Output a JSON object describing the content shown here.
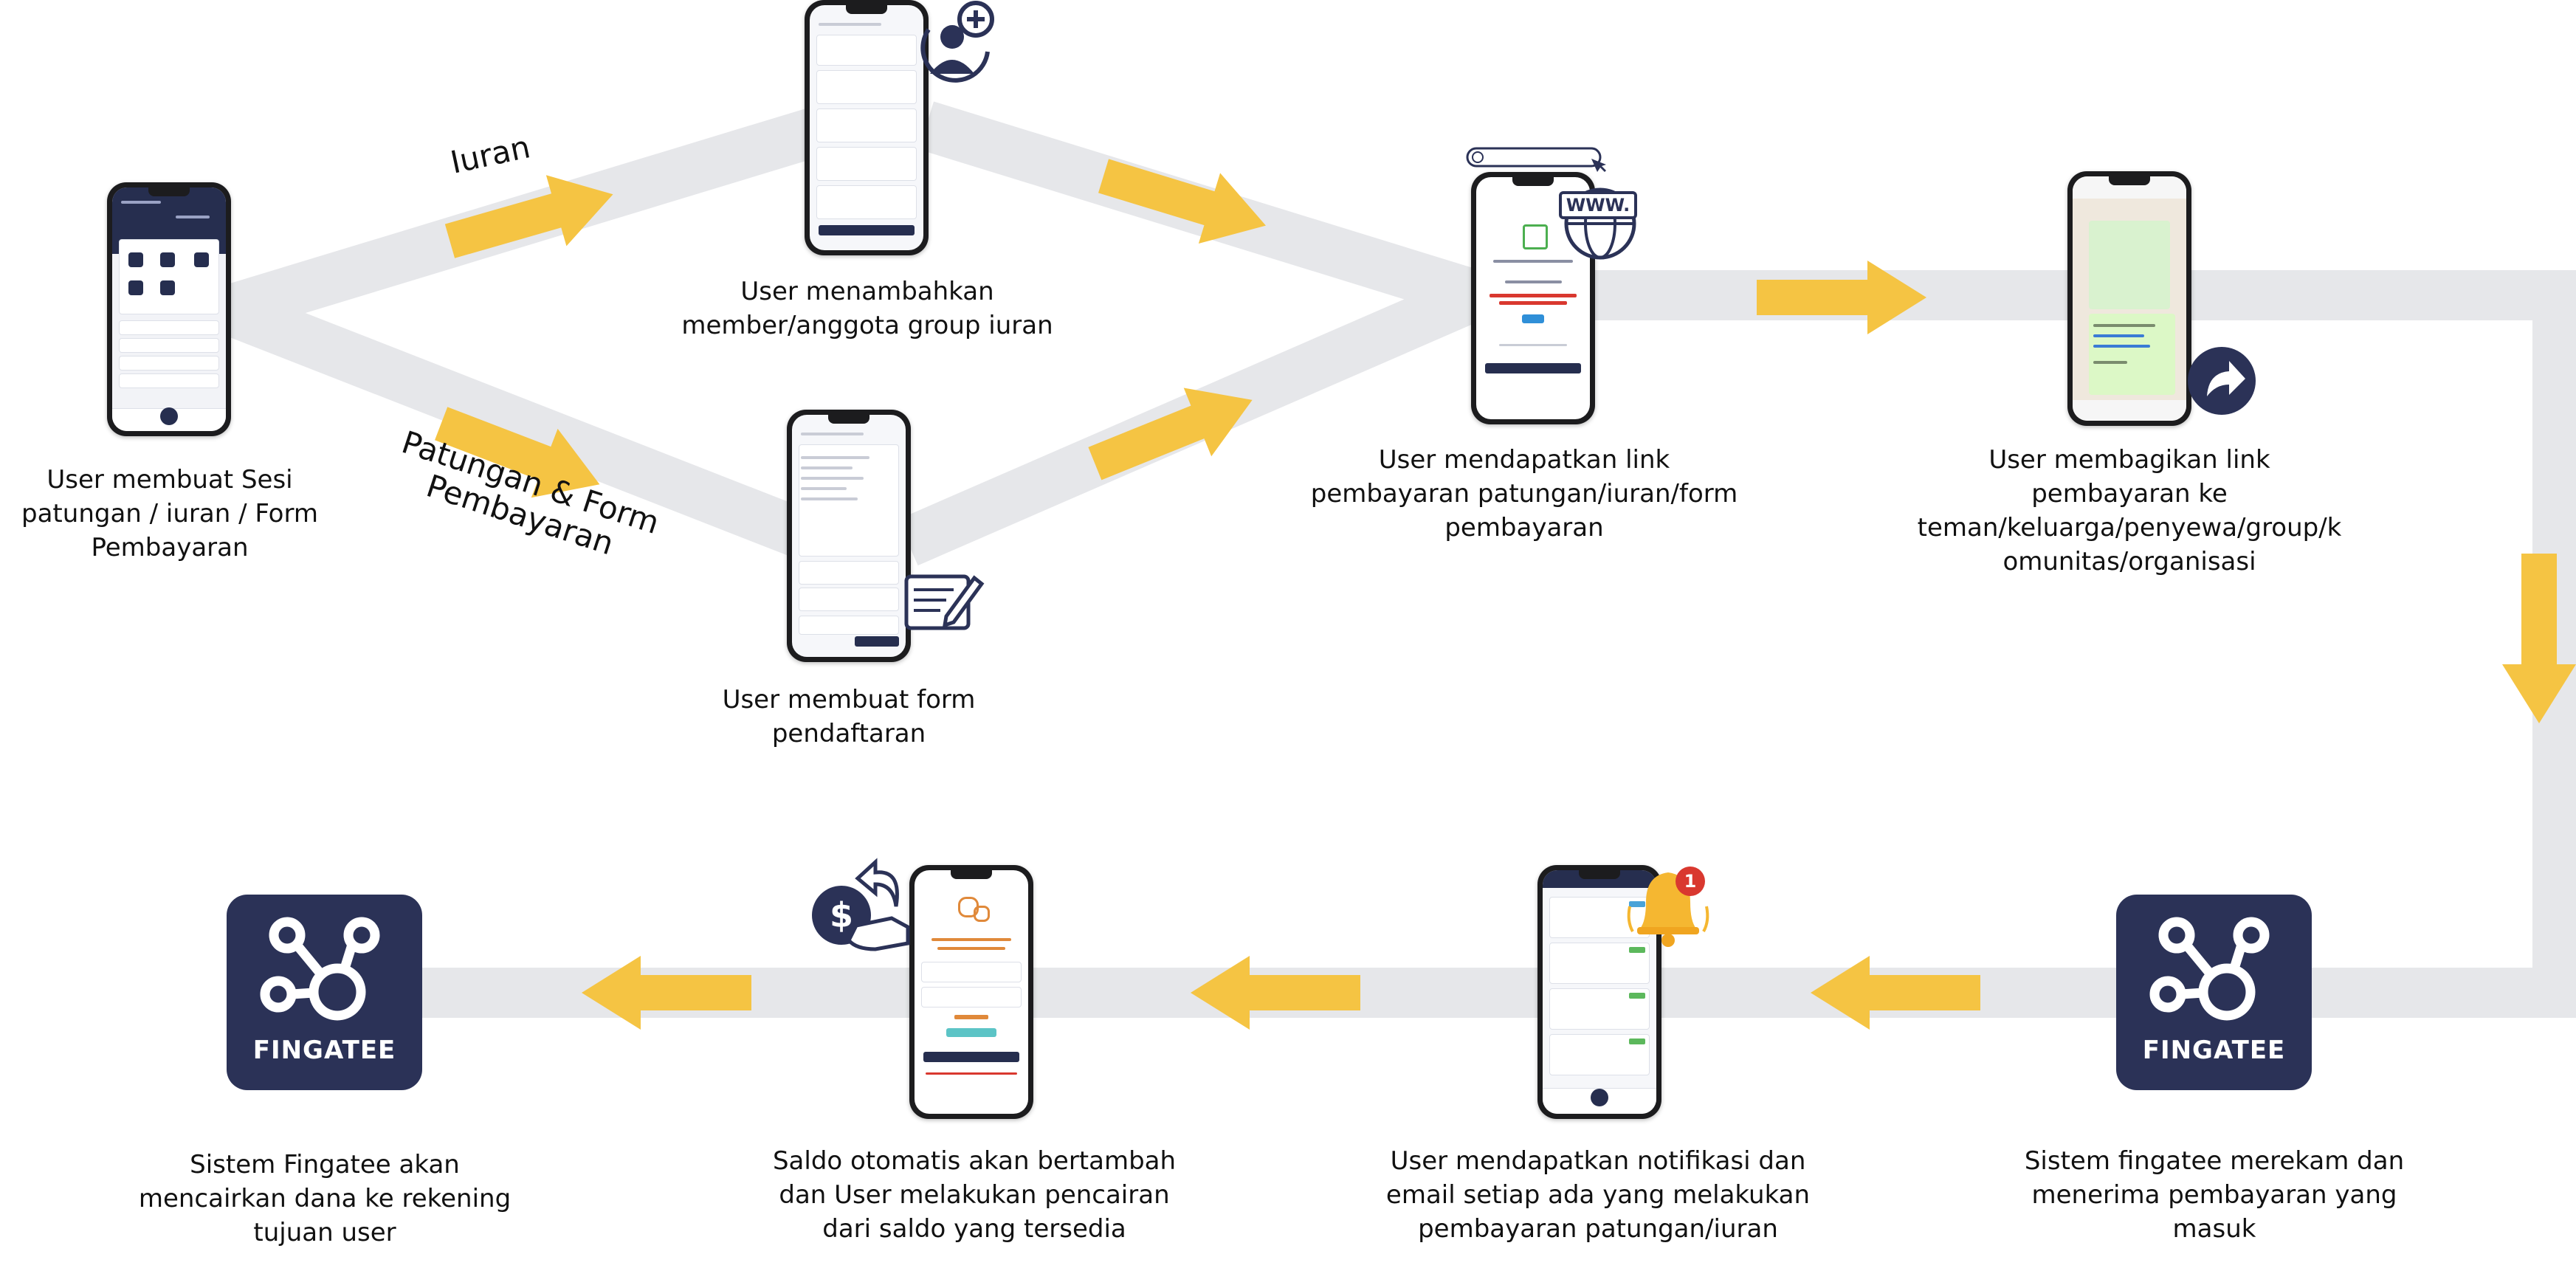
{
  "diagram": {
    "colors": {
      "track": "#e6e7ea",
      "arrow": "#f5c443",
      "navy": "#2b3257",
      "text": "#111111",
      "notification_badge": "#d9382f"
    },
    "flow_labels": {
      "iuran": "Iuran",
      "patungan_line1": "Patungan & Form",
      "patungan_line2": "Pembayaran"
    },
    "steps": [
      {
        "id": "create-session",
        "lines": [
          "User membuat Sesi",
          "patungan / iuran / Form",
          "Pembayaran"
        ]
      },
      {
        "id": "add-member",
        "lines": [
          "User menambahkan",
          "member/anggota group iuran"
        ]
      },
      {
        "id": "create-form",
        "lines": [
          "User membuat form",
          "pendaftaran"
        ]
      },
      {
        "id": "get-link",
        "lines": [
          "User mendapatkan link",
          "pembayaran patungan/iuran/form",
          "pembayaran"
        ]
      },
      {
        "id": "share-link",
        "lines": [
          "User membagikan link",
          "pembayaran ke",
          "teman/keluarga/penyewa/group/k",
          "omunitas/organisasi"
        ]
      },
      {
        "id": "record-payment",
        "lines": [
          "Sistem fingatee merekam dan",
          "menerima pembayaran yang",
          "masuk"
        ]
      },
      {
        "id": "notification",
        "lines": [
          "User mendapatkan notifikasi dan",
          "email setiap ada yang melakukan",
          "pembayaran patungan/iuran"
        ]
      },
      {
        "id": "withdraw",
        "lines": [
          "Saldo otomatis akan bertambah",
          "dan User melakukan pencairan",
          "dari saldo yang tersedia"
        ]
      },
      {
        "id": "disburse",
        "lines": [
          "Sistem Fingatee akan",
          "mencairkan dana ke rekening",
          "tujuan user"
        ]
      }
    ],
    "logos": [
      {
        "id": "logo-record",
        "text": "FINGATEE"
      },
      {
        "id": "logo-disburse",
        "text": "FINGATEE"
      }
    ],
    "icons": [
      "add-user-icon",
      "form-edit-icon",
      "www-globe-icon",
      "share-icon",
      "notification-bell-icon",
      "money-withdraw-icon"
    ],
    "notification_count": "1"
  }
}
